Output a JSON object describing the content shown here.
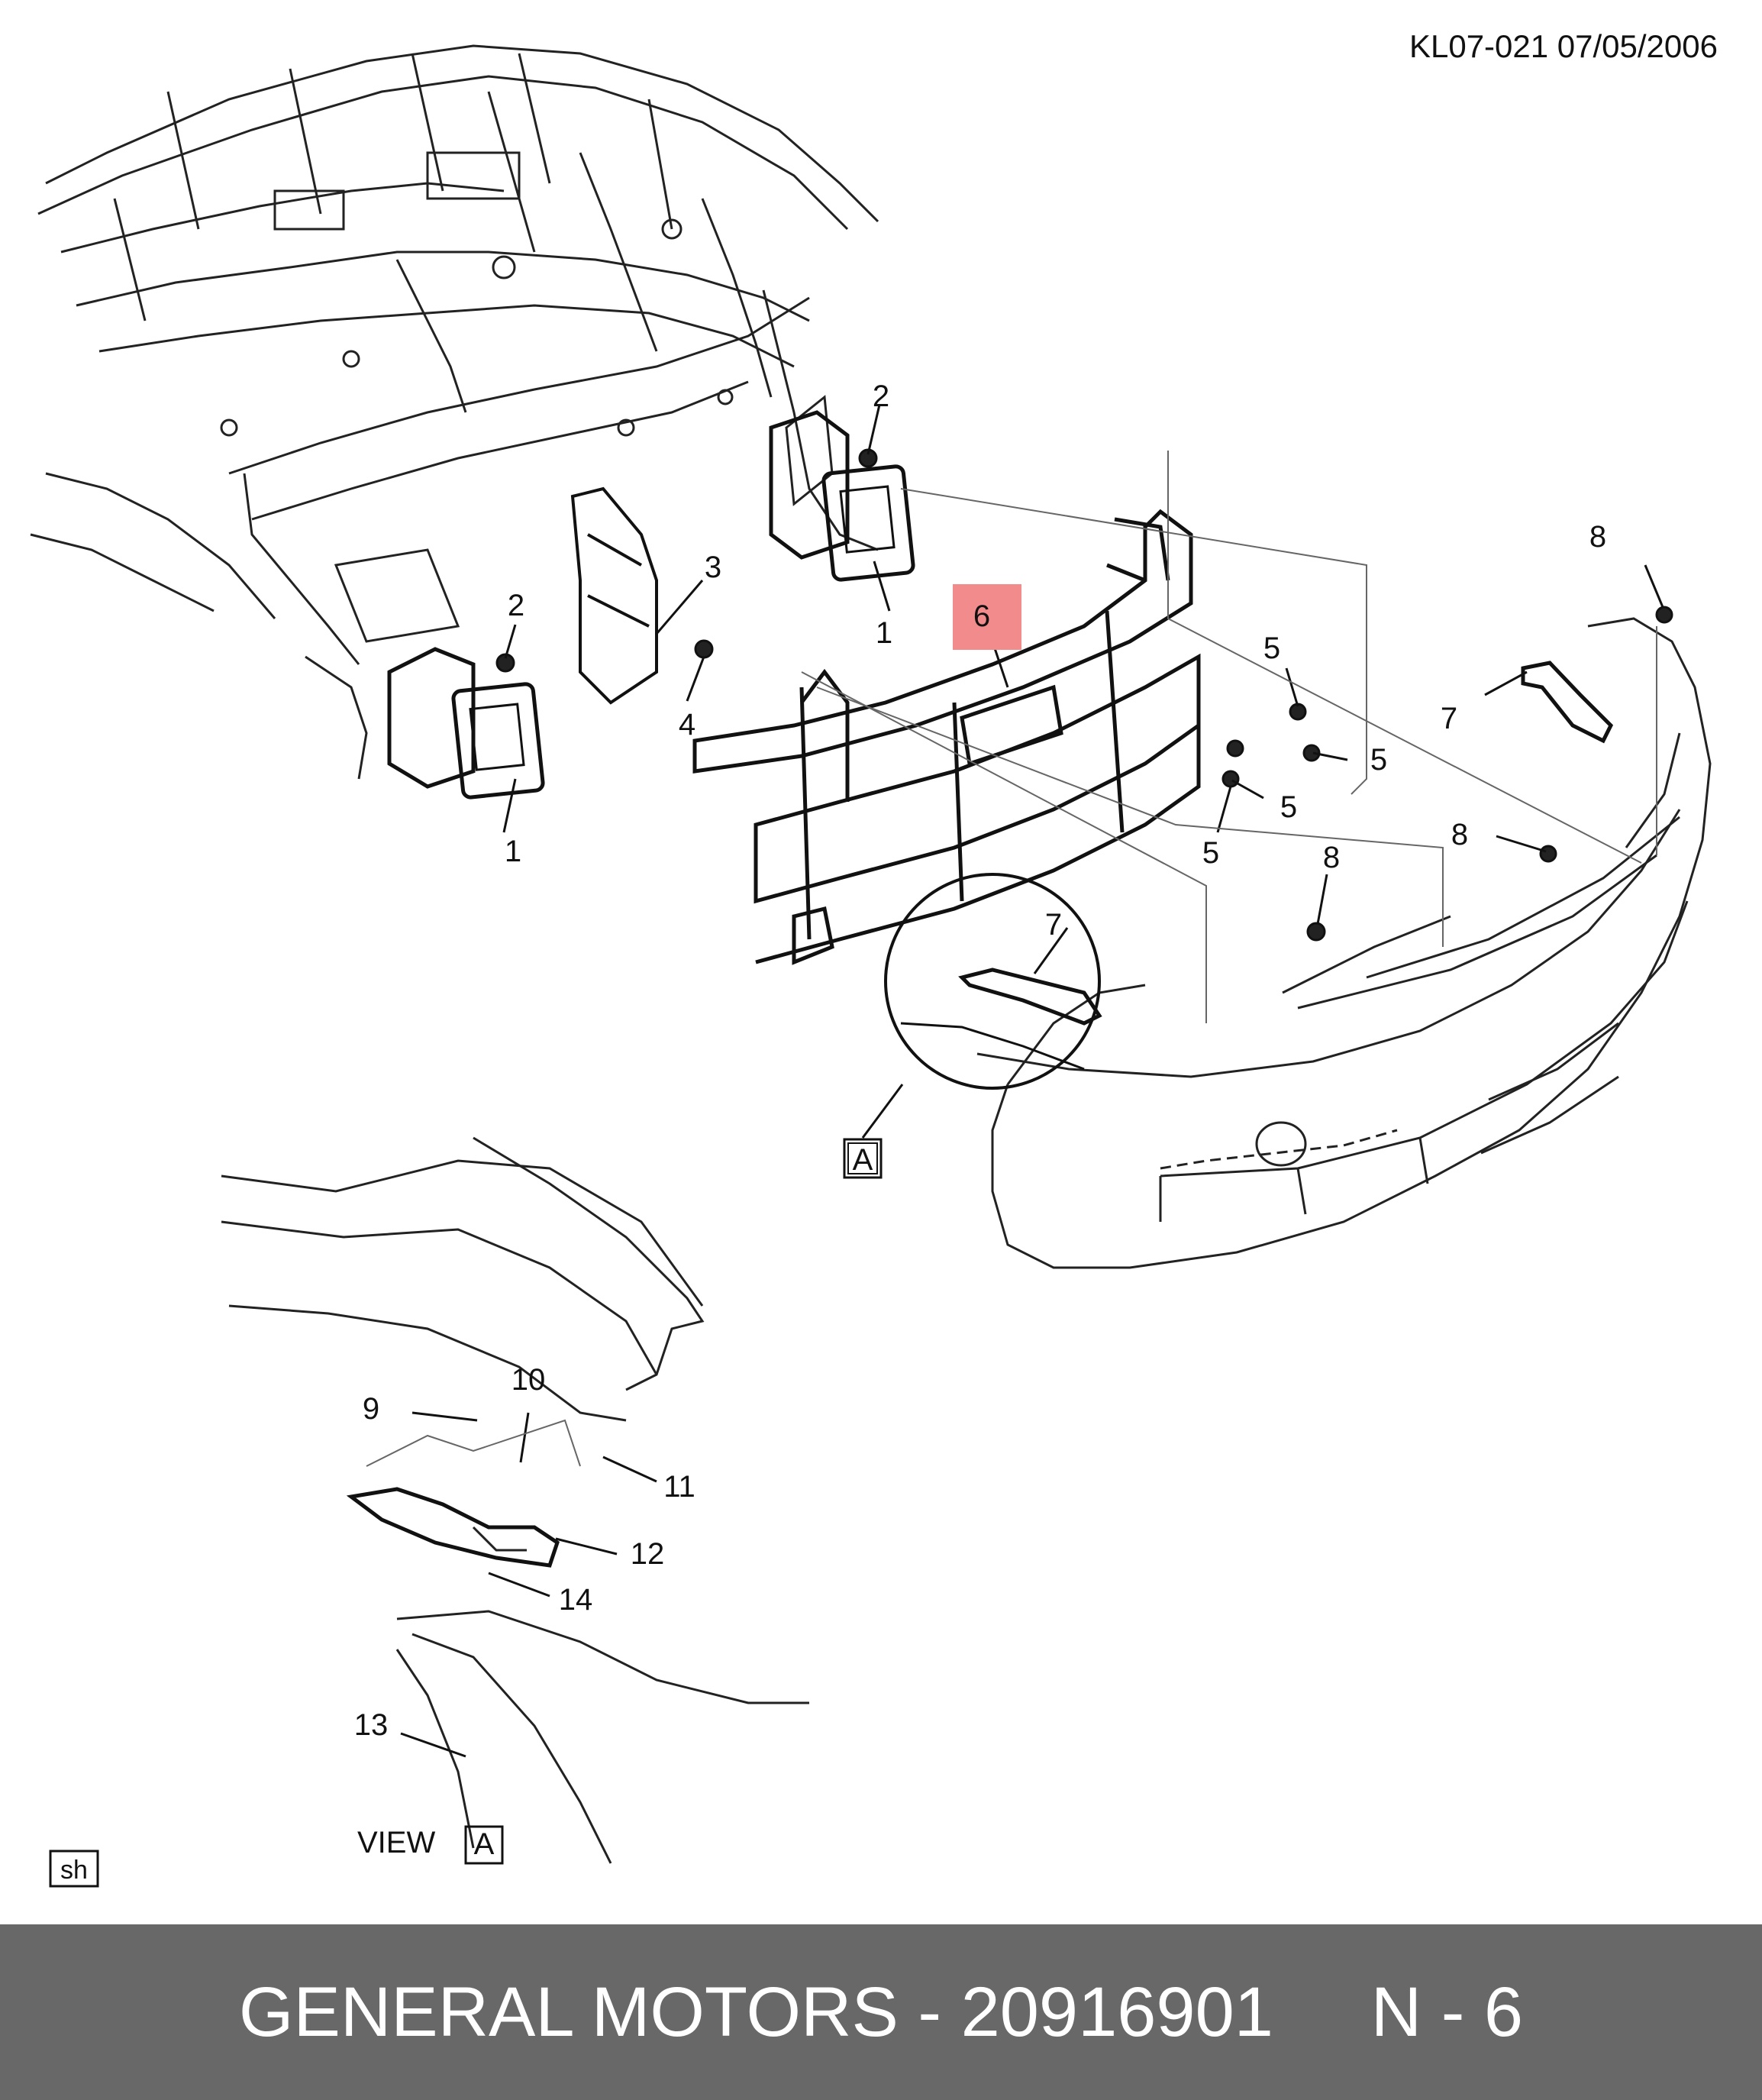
{
  "header": {
    "code_date": "KL07-021  07/05/2006"
  },
  "callouts": [
    "1",
    "1",
    "2",
    "2",
    "3",
    "4",
    "5",
    "5",
    "5",
    "5",
    "6",
    "7",
    "7",
    "8",
    "8",
    "8",
    "9",
    "10",
    "11",
    "12",
    "13",
    "14"
  ],
  "view_boxes": {
    "box_letter": "A",
    "view_word": "VIEW",
    "sheet_tag": "sh"
  },
  "highlight": {
    "label": "6",
    "color": "#f28b8b"
  },
  "footer": {
    "text": "GENERAL MOTORS - 20916901     N - 6"
  },
  "colors": {
    "line": "#111111",
    "footer_bg": "#686868",
    "footer_text": "#ffffff"
  }
}
